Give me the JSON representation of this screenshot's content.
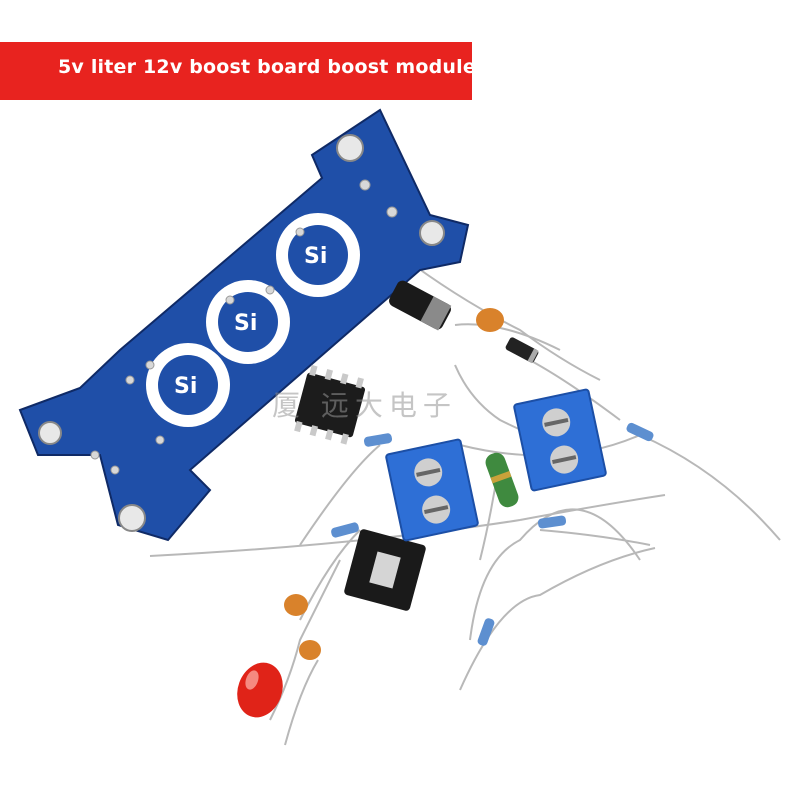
{
  "banner": {
    "title": "5v liter 12v boost board boost module",
    "color": "#e8231f"
  },
  "watermark": {
    "text": "厦 远大电子"
  },
  "photo": {
    "subject": "boost module kit components",
    "colors": {
      "pcb": "#1f4fa8",
      "terminal": "#2e6fd6",
      "led": "#e02318",
      "ceramic_cap": "#d9822b"
    }
  }
}
